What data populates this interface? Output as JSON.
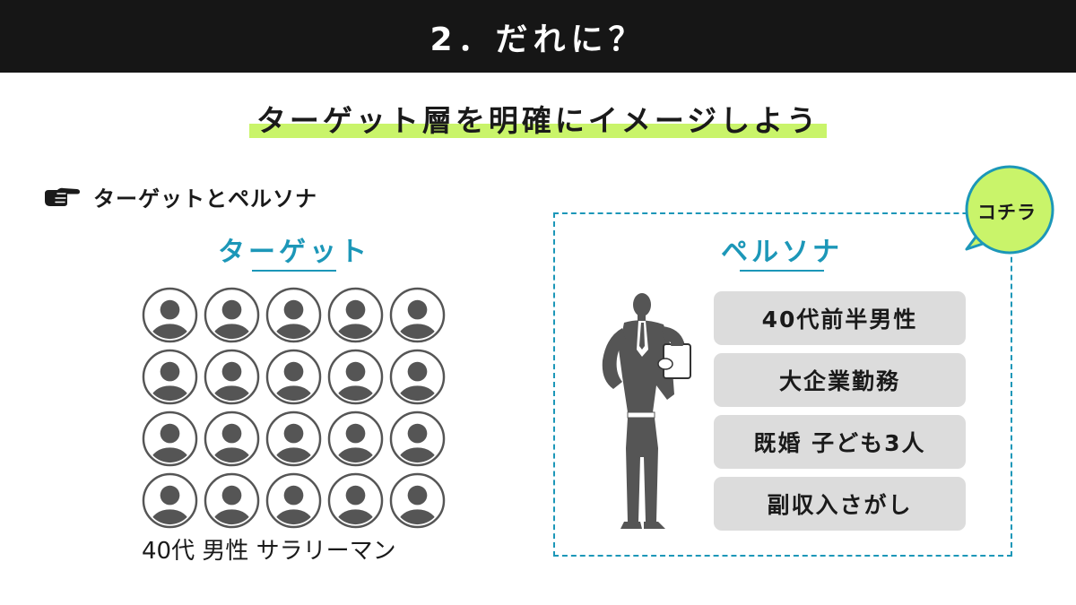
{
  "header": {
    "title": "2．だれに？"
  },
  "subtitle": {
    "text": "ターゲット層を明確にイメージしよう"
  },
  "section": {
    "label": "ターゲットとペルソナ",
    "icon": "pointing-hand-icon"
  },
  "target": {
    "heading": "ターゲット",
    "avatar_rows": 4,
    "avatar_cols": 5,
    "caption": "40代 男性 サラリーマン"
  },
  "persona": {
    "heading": "ペルソナ",
    "badge": "コチラ",
    "attributes": [
      {
        "label": "40代前半男性"
      },
      {
        "label": "大企業勤務"
      },
      {
        "label": "既婚 子ども3人"
      },
      {
        "label": "副収入さがし"
      }
    ]
  },
  "colors": {
    "header_bg": "#161616",
    "accent_teal": "#1c97b8",
    "highlight_green": "#c9f46a",
    "attribute_bg": "#dcdcdc",
    "avatar_gray": "#555555"
  }
}
